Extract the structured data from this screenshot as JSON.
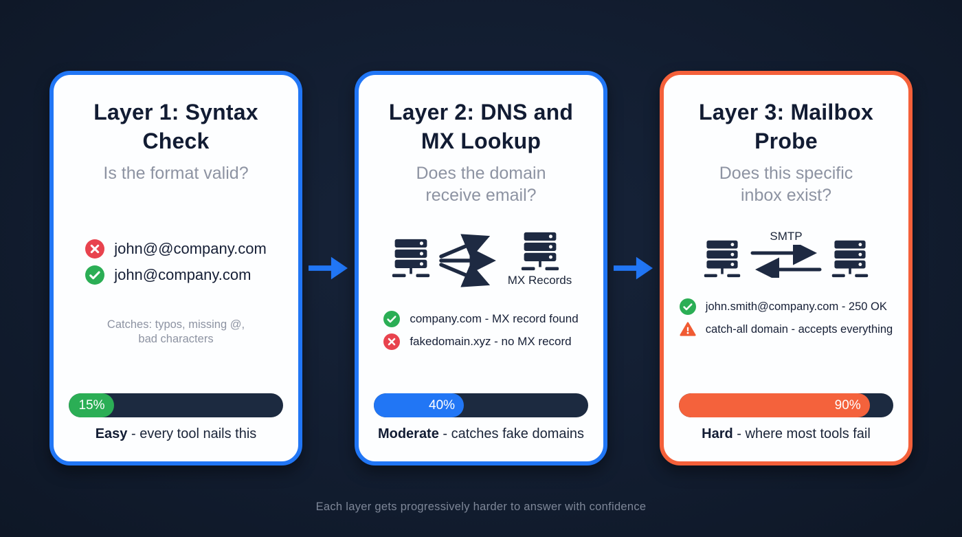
{
  "colors": {
    "background": "#121D30",
    "card_background": "#FDFEFF",
    "blue_accent": "#2176F5",
    "orange_accent": "#F4603A",
    "green": "#2BAE55",
    "red": "#E8434E",
    "track_navy": "#1C2A40",
    "title_navy": "#121C33",
    "subtitle_gray": "#8D93A2",
    "server_navy": "#1E2A42"
  },
  "cards": [
    {
      "title": "Layer 1: Syntax\nCheck",
      "subtitle": "Is the format valid?",
      "accent": "#2176F5",
      "examples": [
        {
          "icon": "cross-icon",
          "text": "john@@company.com"
        },
        {
          "icon": "check-icon",
          "text": "john@company.com"
        }
      ],
      "note": "Catches: typos, missing @,\nbad characters",
      "progress": {
        "label": "15%",
        "fill_width": "21%",
        "color": "#2BAE55"
      },
      "difficulty_word": "Easy",
      "difficulty_rest": " - every tool nails this"
    },
    {
      "title": "Layer 2: DNS and\nMX Lookup",
      "subtitle": "Does the domain\nreceive email?",
      "accent": "#2176F5",
      "diagram_label": "MX Records",
      "results": [
        {
          "icon": "check-icon",
          "text": "company.com - MX record found"
        },
        {
          "icon": "cross-icon",
          "text": "fakedomain.xyz - no MX record"
        }
      ],
      "progress": {
        "label": "40%",
        "fill_width": "42%",
        "color": "#2176F5"
      },
      "difficulty_word": "Moderate",
      "difficulty_rest": " - catches fake domains"
    },
    {
      "title": "Layer 3: Mailbox\nProbe",
      "subtitle": "Does this specific\ninbox exist?",
      "accent": "#F4603A",
      "diagram_label": "SMTP",
      "results": [
        {
          "icon": "check-icon",
          "text": "john.smith@company.com - 250 OK"
        },
        {
          "icon": "warning-icon",
          "text": "catch-all domain - accepts everything"
        }
      ],
      "progress": {
        "label": "90%",
        "fill_width": "89%",
        "color": "#F4623C"
      },
      "difficulty_word": "Hard",
      "difficulty_rest": " - where most tools fail"
    }
  ],
  "footer": "Each layer gets progressively harder to answer with confidence"
}
